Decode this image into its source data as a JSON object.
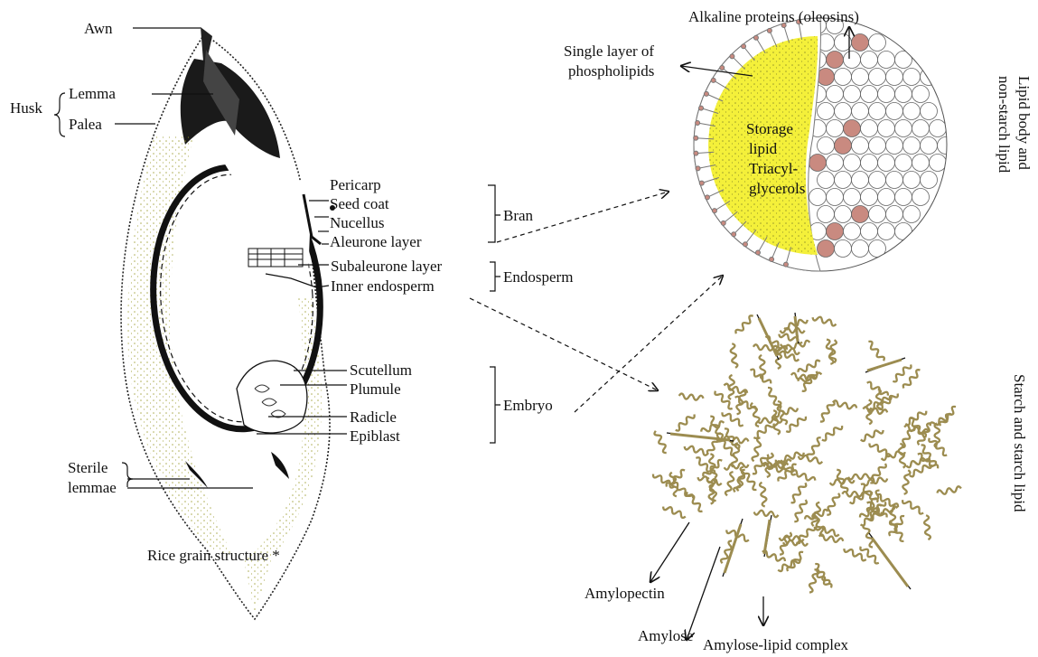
{
  "grain": {
    "awn": "Awn",
    "husk": "Husk",
    "lemma": "Lemma",
    "palea": "Palea",
    "pericarp": "Pericarp",
    "seed_coat": "Seed coat",
    "nucellus": "Nucellus",
    "aleurone_layer": "Aleurone layer",
    "subaleurone_layer": "Subaleurone layer",
    "inner_endosperm": "Inner endosperm",
    "scutellum": "Scutellum",
    "plumule": "Plumule",
    "radicle": "Radicle",
    "epiblast": "Epiblast",
    "sterile": "Sterile",
    "lemmae": "lemmae",
    "caption": "Rice grain structure *"
  },
  "groups": {
    "bran": "Bran",
    "endosperm": "Endosperm",
    "embryo": "Embryo"
  },
  "lipid_body": {
    "oleosins": "Alkaline proteins (oleosins)",
    "phospholipids_line1": "Single layer of",
    "phospholipids_line2": "phospholipids",
    "storage_line1": "Storage",
    "storage_line2": "lipid",
    "storage_line3": "Triacyl-",
    "storage_line4": "glycerols",
    "side_line1": "Lipid body and",
    "side_line2": "non-starch lipid",
    "core_color": "#f4f03a",
    "protein_color": "#c98a80"
  },
  "starch": {
    "side_label": "Starch and starch lipid",
    "amylopectin": "Amylopectin",
    "amylose": "Amylose",
    "amylose_lipid_complex": "Amylose-lipid complex",
    "helix_color": "#9c8c50"
  }
}
